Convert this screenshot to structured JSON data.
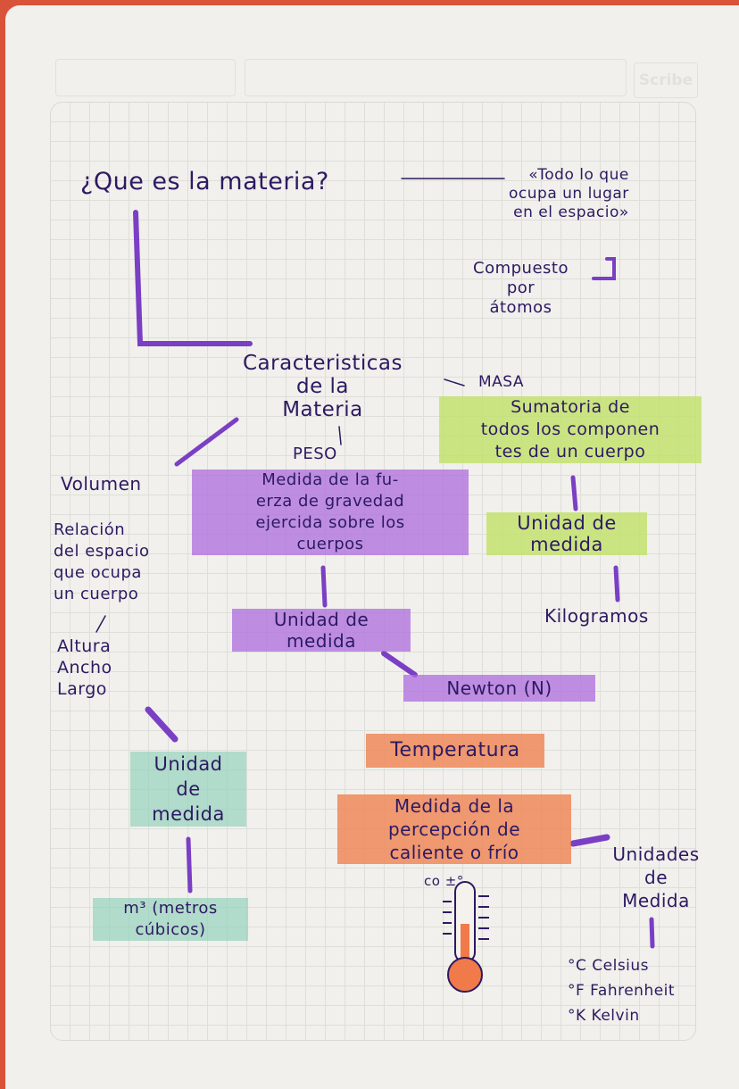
{
  "logo": "Scribe",
  "title_question": "¿Que es la materia?",
  "definition": "«Todo lo que\nocupa un lugar\nen el espacio»",
  "composition": "Compuesto\npor\nátomos",
  "characteristics": "Caracteristicas\nde la\nMateria",
  "mass": {
    "title": "MASA",
    "definition": "Sumatoria de\ntodos los componen\ntes de un cuerpo",
    "unit_label": "Unidad de\nmedida",
    "unit": "Kilogramos"
  },
  "weight": {
    "title": "PESO",
    "definition": "Medida de la fu-\nerza de gravedad\nejercida sobre los\ncuerpos",
    "unit_label": "Unidad de\nmedida",
    "unit": "Newton (N)"
  },
  "volume": {
    "title": "Volumen",
    "definition": "Relación\ndel espacio\nque ocupa\nun cuerpo",
    "dimensions": "Altura\nAncho\nLargo",
    "unit_label": "Unidad\nde\nmedida",
    "unit": "m³ (metros\ncúbicos)"
  },
  "temperature": {
    "title": "Temperatura",
    "definition": "Medida de la\npercepción de\ncaliente o frío",
    "unit_label": "Unidades\nde\nMedida",
    "units": "°C Celsius\n°F Fahrenheit\n°K Kelvin",
    "icon": "thermometer-icon",
    "thermo_symbols": "co  ±°"
  },
  "colors": {
    "ink": "#2c1a62",
    "marker_purple": "#7a3fc4",
    "highlight_purple": "#ac6cde",
    "highlight_green": "#c4e270",
    "highlight_teal": "#96d2be",
    "highlight_orange": "#f08250"
  }
}
